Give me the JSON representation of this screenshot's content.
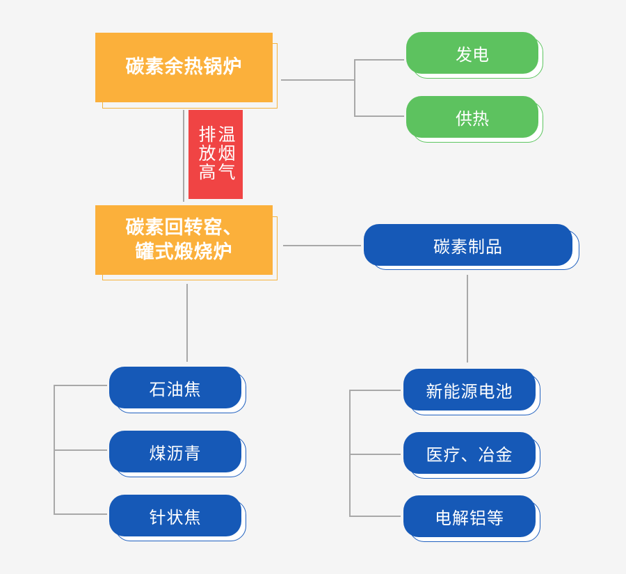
{
  "top_furnace": "碳素余热锅炉",
  "kiln": "碳素回转窑、\n罐式煅烧炉",
  "gas_label": {
    "col_right": "温烟气",
    "col_left": "排放高"
  },
  "outputs": [
    "发电",
    "供热"
  ],
  "carbon_products": "碳素制品",
  "raw_materials": [
    "石油焦",
    "煤沥青",
    "针状焦"
  ],
  "applications": [
    "新能源电池",
    "医疗、冶金",
    "电解铝等"
  ],
  "colors": {
    "orange": "#fbb03b",
    "green": "#5dc25f",
    "blue": "#1659b7",
    "red": "#f04444",
    "line": "#a8a8a8"
  }
}
